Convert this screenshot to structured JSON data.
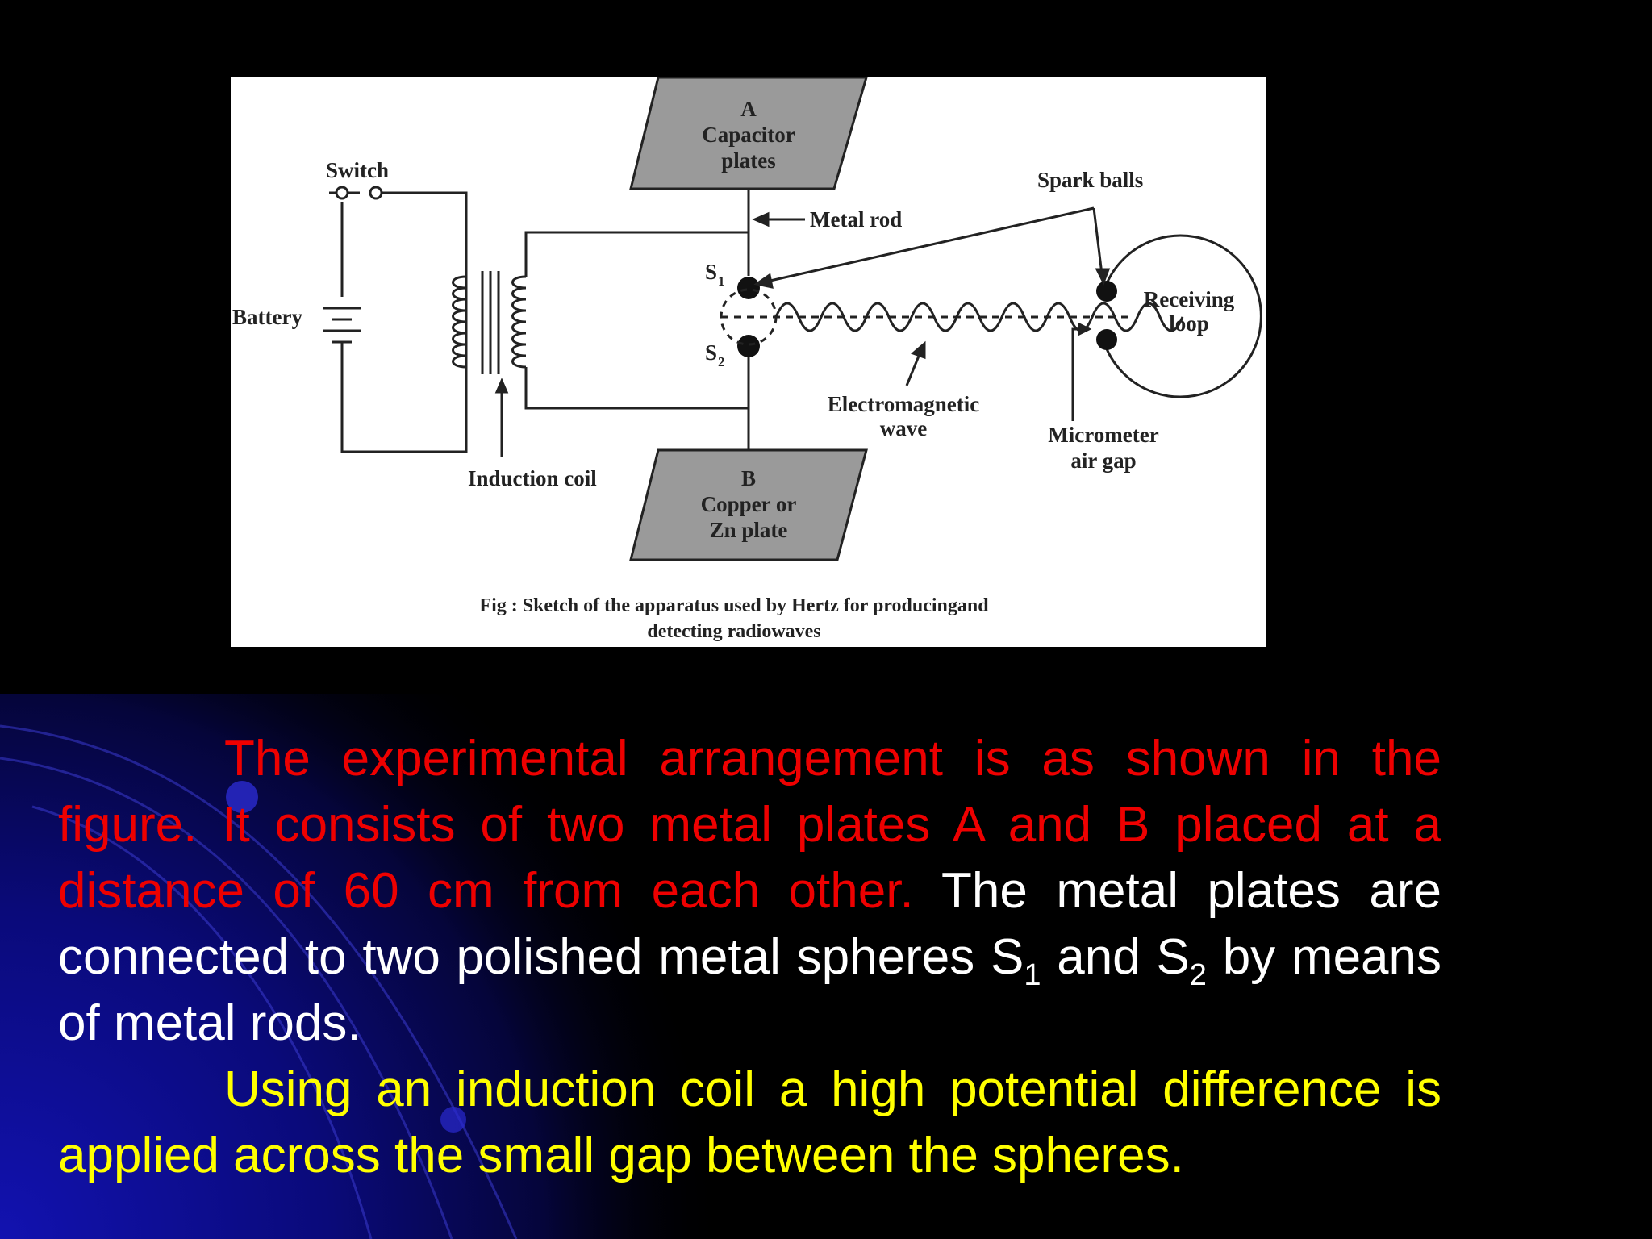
{
  "diagram": {
    "labels": {
      "switch": "Switch",
      "battery": "Battery",
      "induction_coil": "Induction coil",
      "plate_a_letter": "A",
      "plate_a_line1": "Capacitor",
      "plate_a_line2": "plates",
      "plate_b_letter": "B",
      "plate_b_line1": "Copper or",
      "plate_b_line2": "Zn plate",
      "metal_rod": "Metal rod",
      "spark_balls": "Spark balls",
      "s1": "S",
      "s1_sub": "1",
      "s2": "S",
      "s2_sub": "2",
      "em_wave_line1": "Electromagnetic",
      "em_wave_line2": "wave",
      "receiving_loop_line1": "Receiving",
      "receiving_loop_line2": "loop",
      "micrometer_line1": "Micrometer",
      "micrometer_line2": "air gap"
    },
    "caption_line1": "Fig : Sketch of the apparatus used by Hertz for producingand",
    "caption_line2": "detecting radiowaves"
  },
  "text": {
    "para1_red": "The experimental arrangement is as shown in the figure. It consists of two metal plates A and B placed at a distance of 60 cm from each other.",
    "para1_white_a": "The metal plates are connected to two polished metal spheres S",
    "sub1": "1",
    "para1_white_b": "and S",
    "sub2": "2",
    "para1_white_c": "by means of metal rods.",
    "para2_yellow": "Using an induction coil a high potential difference is applied across the small gap between the spheres."
  },
  "colors": {
    "background": "#000000",
    "accent_blue": "#1a1aa0",
    "red_text": "#ee0000",
    "white_text": "#ffffff",
    "yellow_text": "#ffff00",
    "plate_fill": "#9a9a9a"
  }
}
